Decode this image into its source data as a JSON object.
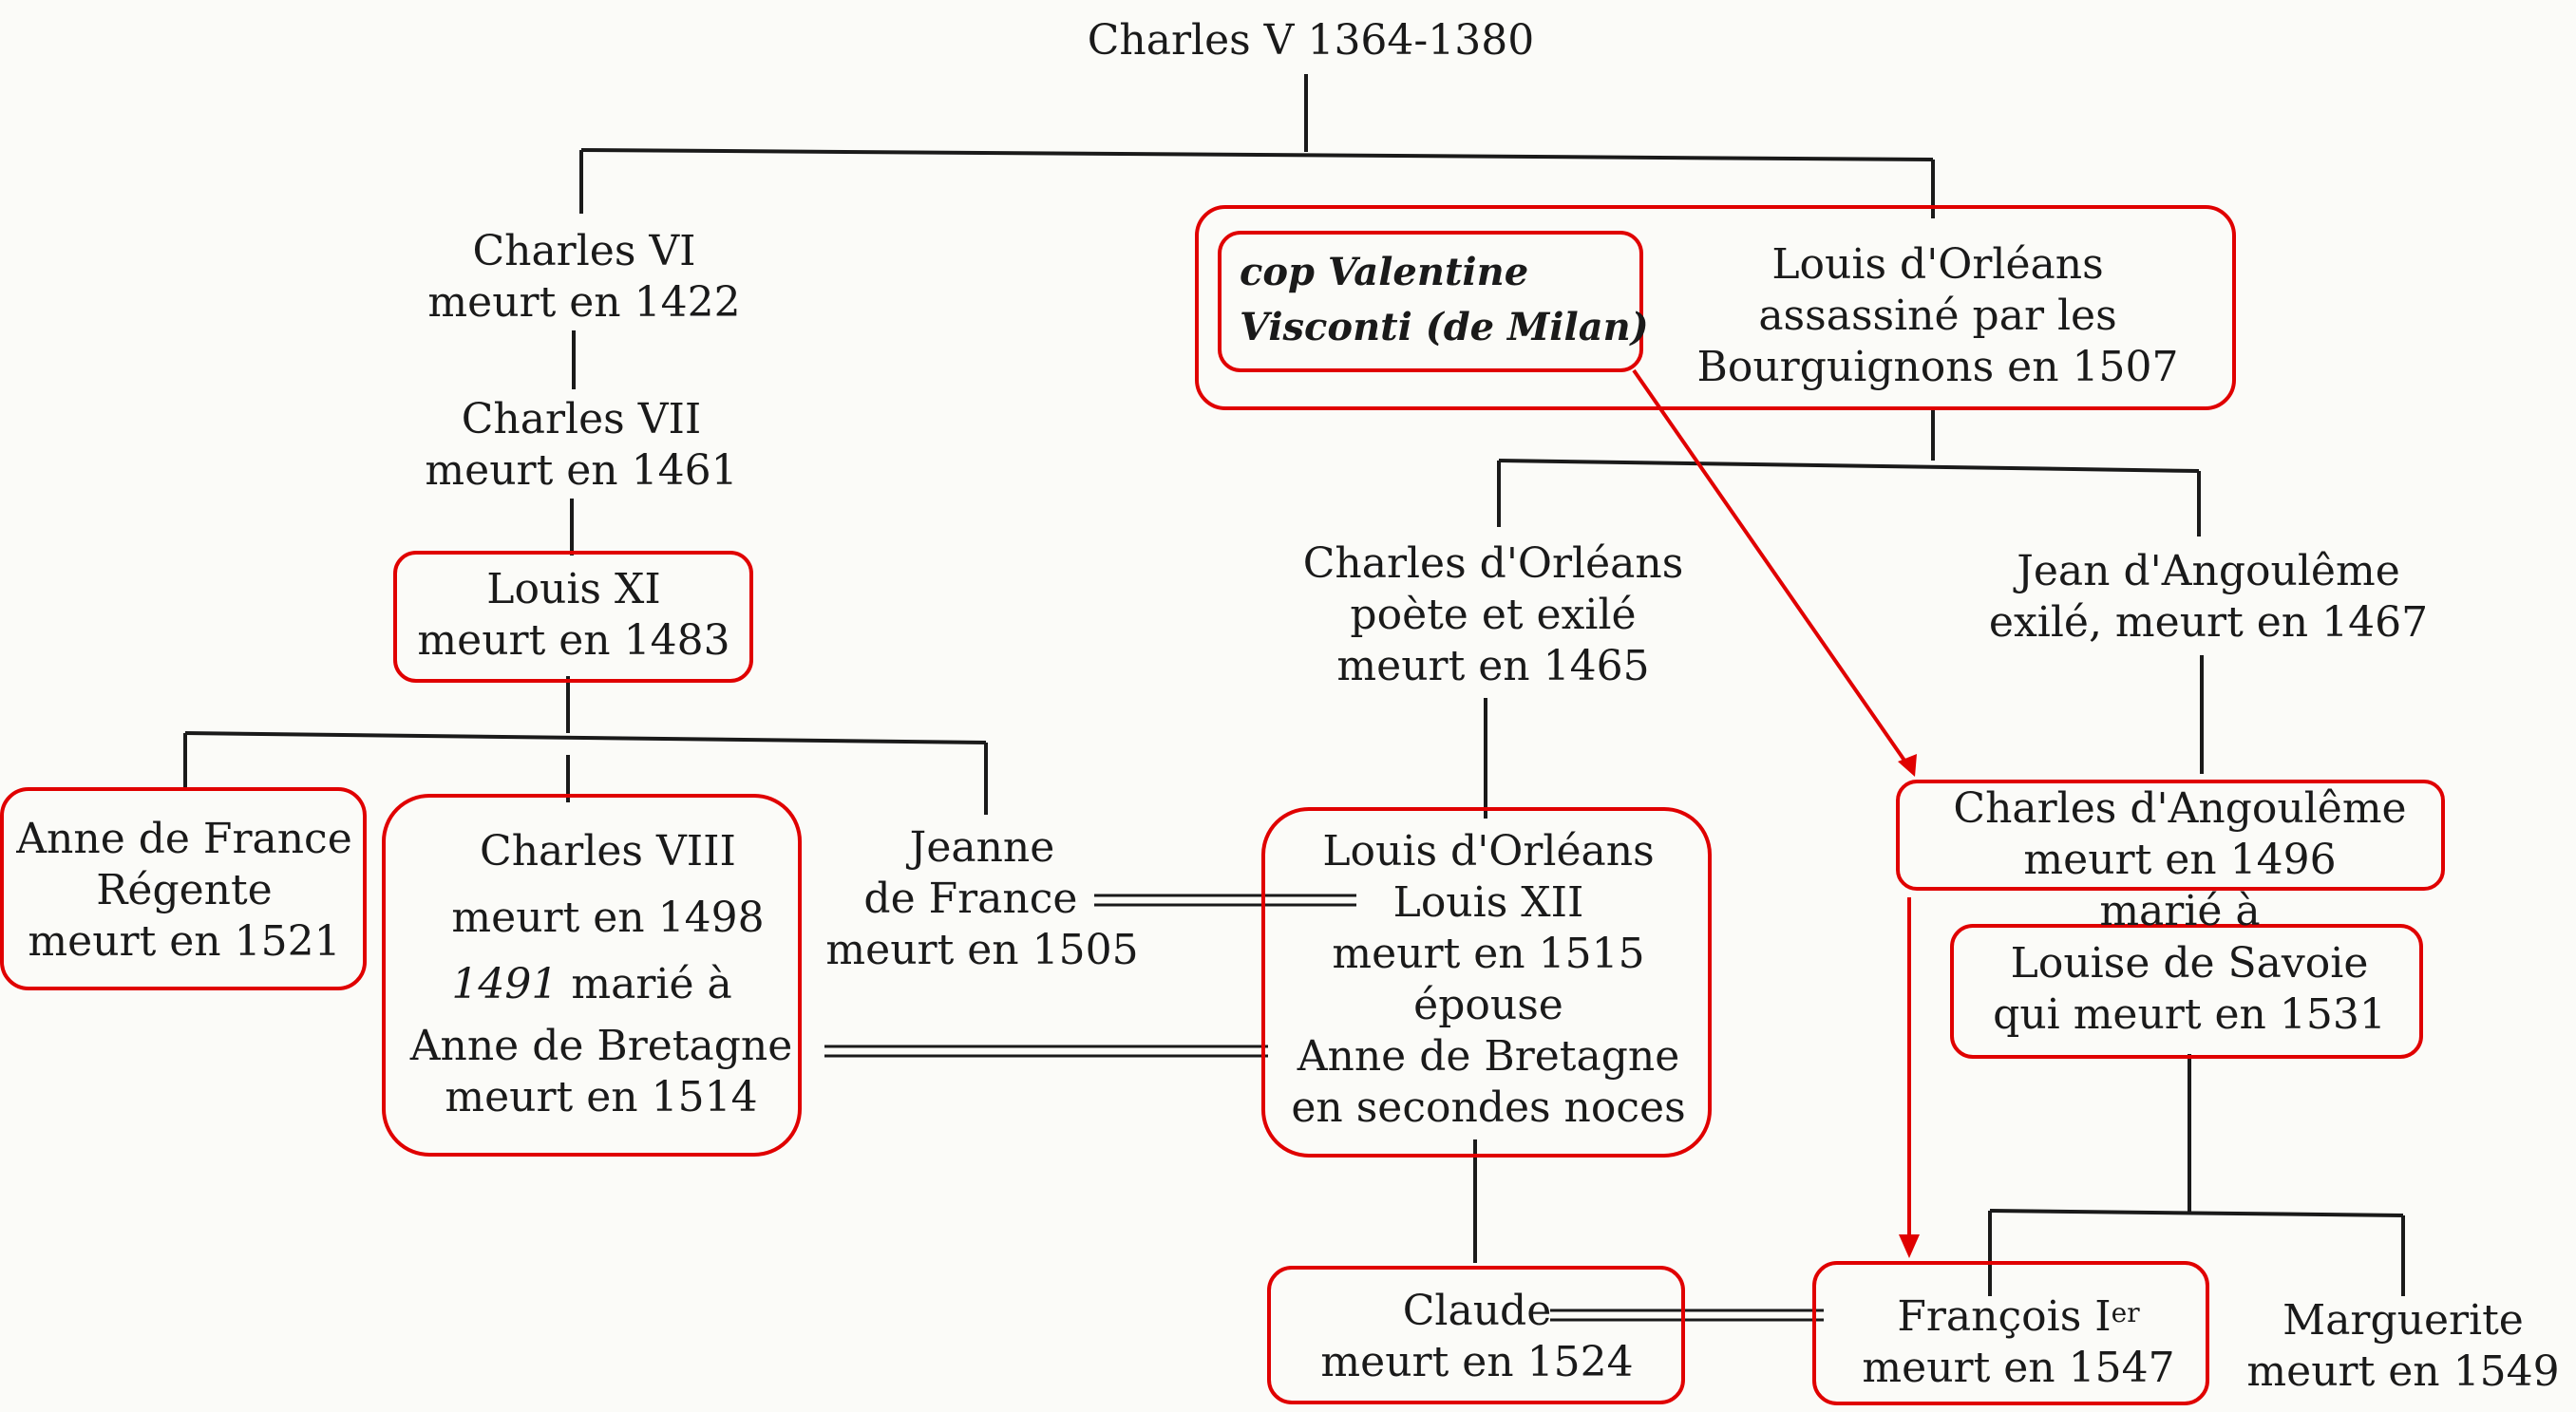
{
  "colors": {
    "ink": "#1a1a1a",
    "highlight": "#e00000",
    "paper": "#fbfbf8"
  },
  "people": {
    "charles_v": [
      "Charles V 1364-1380"
    ],
    "charles_vi": [
      "Charles VI",
      "meurt en 1422"
    ],
    "charles_vii": [
      "Charles VII",
      "meurt en 1461"
    ],
    "louis_xi": [
      "Louis XI",
      "meurt en 1483"
    ],
    "anne_de_france": [
      "Anne de France",
      "Régente",
      "meurt en 1521"
    ],
    "charles_viii": [
      "Charles VIII",
      "meurt en 1498",
      "1491",
      "marié à",
      "Anne de Bretagne",
      "meurt en 1514"
    ],
    "jeanne_de_france": [
      "Jeanne",
      "de France",
      "meurt en 1505"
    ],
    "valentine": [
      "cop Valentine",
      "Visconti (de Milan)"
    ],
    "louis_orleans": [
      "Louis d'Orléans",
      "assassiné par les",
      "Bourguignons en 1507"
    ],
    "charles_orleans": [
      "Charles d'Orléans",
      "poète et exilé",
      "meurt en 1465"
    ],
    "jean_angouleme": [
      "Jean d'Angoulême",
      "exilé, meurt en 1467"
    ],
    "louis_xii": [
      "Louis d'Orléans",
      "Louis XII",
      "meurt en 1515",
      "épouse",
      "Anne de Bretagne",
      "en secondes noces"
    ],
    "charles_angouleme": [
      "Charles d'Angoulême",
      "meurt en 1496",
      "marié à"
    ],
    "louise_savoie": [
      "Louise de Savoie",
      "qui meurt en 1531"
    ],
    "claude": [
      "Claude",
      "meurt en 1524"
    ],
    "francois": [
      "François I",
      "er",
      "meurt en 1547"
    ],
    "marguerite": [
      "Marguerite",
      "meurt en 1549"
    ]
  }
}
